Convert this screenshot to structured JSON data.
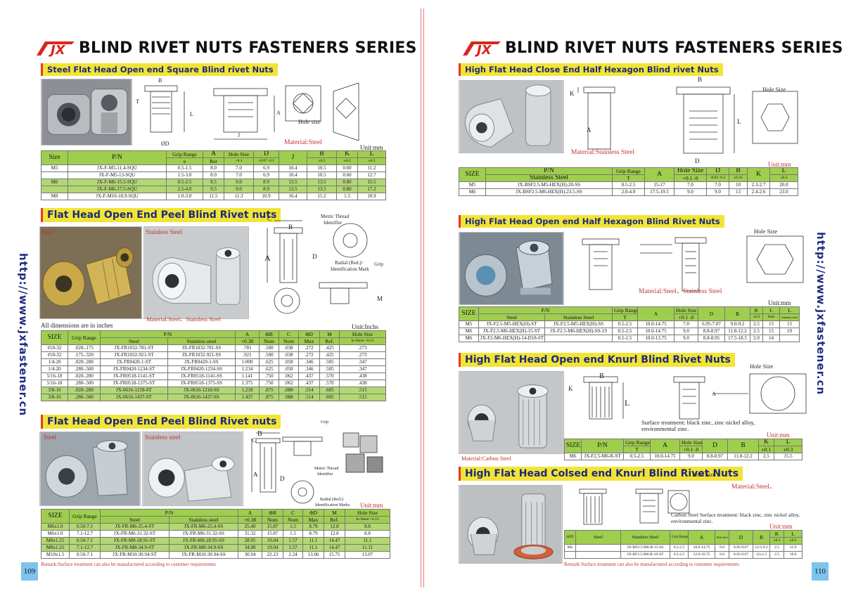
{
  "header": {
    "logo": "JX",
    "title": "BLIND RIVET NUTS FASTENERS SERIES"
  },
  "side_url": "http://www.jxfastener.cn",
  "remark": "Remark:Surface treatment can also be manufactured according to customer requirements",
  "left": {
    "page_number": "109",
    "sec1": {
      "title": "Steel Flat Head Open end  Square  Blind rivet Nuts",
      "material": "Material:Steel",
      "unit": "Unit:mm",
      "hole_size": "Hole size",
      "dims": {
        "b": "B",
        "t": "T",
        "l": "L",
        "j": "J",
        "a": "A",
        "d": "ØD"
      },
      "headers": [
        "Size",
        "P/N",
        "Grip Range",
        "A",
        "Hole Size",
        "D",
        "J",
        "B",
        "K",
        "L"
      ],
      "subheaders": [
        "",
        "",
        "e",
        "Rer",
        "+0.1",
        "+0.07 -0.1",
        "",
        "±0.2",
        "±0.2",
        "±0.3"
      ],
      "rows": [
        [
          "M5",
          "JX-F-M5-11.4-SQU",
          "0.5-1.5",
          "8.0",
          "7.0",
          "6.9",
          "10.4",
          "10.5",
          "0.60",
          "11.2"
        ],
        [
          "",
          "JX-F-M5-13-SQU",
          "1.5-3.0",
          "8.0",
          "7.0",
          "6.9",
          "10.4",
          "10.5",
          "0.60",
          "12.7"
        ],
        [
          "M6",
          "JX-F-M6-15.5-SQU",
          "0.5-2.5",
          "8.5",
          "9.0",
          "8.9",
          "13.5",
          "13.5",
          "0.80",
          "15.5"
        ],
        [
          "",
          "JX-F-M6-17.5-SQU",
          "2.5-4.0",
          "9.5",
          "9.0",
          "8.9",
          "13.5",
          "13.5",
          "0.80",
          "17.2"
        ],
        [
          "M8",
          "JX-F-M10-18.9-SQU",
          "1.0-3.0",
          "11.5",
          "11.3",
          "10.9",
          "16.4",
          "15.2",
          "1.5",
          "18.9"
        ]
      ]
    },
    "sec2": {
      "title": "Flat Head Open End Peel  Blind Rivet nuts",
      "photo1_label": "Steel",
      "photo2_label": "Stainless Steel",
      "material": "Material:Steel、Stainless Steel",
      "callouts": [
        "Metric Thread",
        "Identifier",
        "Radial (Red.)/",
        "Identification Mark",
        "Grip"
      ],
      "dims": {
        "c": "C",
        "b": "B",
        "a": "A",
        "d": "D",
        "m": "M"
      },
      "note": "All dimensions are in inches",
      "unit": "Unit:Inchs",
      "headers": [
        "SIZE",
        "Grip Range",
        "P/N",
        "A",
        "ΦB",
        "C",
        "ΦD",
        "M",
        "Hole Size"
      ],
      "subheaders": [
        "Steel",
        "Stainless steel",
        "+0.38",
        "Nom",
        "Nom",
        "Max",
        "Ref.",
        "In Sheet +0.15"
      ],
      "rows": [
        [
          "#10-32",
          ".020-.175",
          "JX-FR1032-781-ST",
          "JX-FR1032-781-SS",
          ".781",
          ".500",
          ".038",
          ".272",
          ".425",
          ".273"
        ],
        [
          "#10-32",
          ".175-.320",
          "JX-FR1032-921-ST",
          "JX-FR1032-921-SS",
          ".921",
          ".500",
          ".038",
          ".272",
          ".425",
          ".273"
        ],
        [
          "1/4-20",
          ".020-.280",
          "JX-FR0420-1-ST",
          "JX-FR0420-1-SS",
          "1.000",
          ".625",
          ".058",
          ".346",
          ".505",
          ".347"
        ],
        [
          "1/4-20",
          ".280-.500",
          "JX-FR0420-1234-ST",
          "JX-FR0420-1234-SS",
          "1.234",
          ".625",
          ".058",
          ".346",
          ".505",
          ".347"
        ],
        [
          "5/16-18",
          ".020-.280",
          "JX-FR0518-1141-ST",
          "JX-FR0518-1141-SS",
          "1.141",
          ".750",
          ".062",
          ".437",
          ".570",
          ".438"
        ],
        [
          "5/16-18",
          ".280-.500",
          "JX-FR0518-1375-ST",
          "JX-FR0518-1375-SS",
          "1.375",
          ".750",
          ".062",
          ".437",
          ".570",
          ".438"
        ],
        [
          "3/8-16",
          ".020-.280",
          "JX-0616-1218-ST",
          "JX-0616-1218-SS",
          "1.218",
          ".875",
          ".088",
          ".514",
          ".605",
          ".515"
        ],
        [
          "3/8-16",
          ".280-.500",
          "JX-0616-1437-ST",
          "JX-0616-1437-SS",
          "1.437",
          ".875",
          ".088",
          ".514",
          ".605",
          ".515"
        ]
      ]
    },
    "sec3": {
      "title": "Flat Head Open End Peel Blind Rivet nuts",
      "photo1_label": "Steel",
      "photo2_label": "Stainless steel",
      "callouts": [
        "Metric Thread",
        "Identifier",
        "Radial (Red.)/",
        "Identification Marks",
        "Grip"
      ],
      "dims": {
        "c": "C",
        "b": "B",
        "a": "A",
        "d": "D"
      },
      "unit": "Unit:mm",
      "headers": [
        "SIZE",
        "Grip Range",
        "P/N",
        "A",
        "ΦB",
        "C",
        "ΦD",
        "M",
        "Hole Size"
      ],
      "subheaders": [
        "Steel",
        "Stainless steel",
        "+0.38",
        "Nom",
        "Nom",
        "Max",
        "Ref.",
        "In Sheet +0.15"
      ],
      "rows": [
        [
          "M6x1.0",
          "0.50-7.1",
          "JX-FR-M6-25.4-ST",
          "JX-FR-M6-25.4-SS",
          "25.40",
          "15.87",
          "1.5",
          "8.79",
          "12.8",
          "8.8"
        ],
        [
          "M6x1.0",
          "7.1-12.7",
          "JX-FR-M6-31.32-ST",
          "JX-FR-M6-31.32-SS",
          "31.32",
          "15.87",
          "1.5",
          "8.79",
          "12.8",
          "8.8"
        ],
        [
          "M8x1.25",
          "0.50-7.1",
          "JX-FR-M8-28.95-ST",
          "JX-FR-M8-28.95-SS",
          "28.95",
          "19.04",
          "1.57",
          "11.1",
          "14.47",
          "11.1"
        ],
        [
          "M8x1.25",
          "7.1-12.7",
          "JX-FR-M8-34.9-ST",
          "JX-FR-M8-34.9-SS",
          "34.90",
          "19.04",
          "1.57",
          "11.1",
          "14.47",
          "11.11"
        ],
        [
          "M10x1.5",
          "0.50-7.1",
          "JX-FR-M10-30.94-ST",
          "JX-FR-M10-30.94-SS",
          "30.94",
          "22.23",
          "2.24",
          "13.06",
          "15.75",
          "13.07"
        ]
      ]
    }
  },
  "right": {
    "page_number": "110",
    "sec1": {
      "title": "High Flat Head Close End Half Hexagon Blind rivet  Nuts",
      "material": "Material:Stainless Steel",
      "hole_size": "Hole Size",
      "unit": "Unit:mm",
      "dims": {
        "b": "B",
        "k": "K",
        "a": "A",
        "l": "L",
        "d": "D"
      },
      "headers": [
        "SIZE",
        "P/N",
        "Grip Range",
        "A",
        "Hole Size",
        "D",
        "B",
        "K",
        "L"
      ],
      "subheaders": [
        "Stainless Steel",
        "T",
        "+0.1 -0",
        "-0.03 -0.2",
        "±0.35",
        "",
        "±0.3"
      ],
      "rows": [
        [
          "M5",
          "JX-BSF2.5-M5-HEX(H)-20-SS",
          "0.5-2.5",
          "15-17",
          "7.0",
          "7.0",
          "10",
          "2.3-2.7",
          "20.0"
        ],
        [
          "M6",
          "JX-BSF2.5-M6-HEX(H)-23.5-SS",
          "2.0-4.0",
          "17.5-19.5",
          "9.0",
          "9.0",
          "13",
          "2.4-2.6",
          "23.0"
        ]
      ]
    },
    "sec2": {
      "title": "High Flat Head  Open end Half Hexagon Blind Rivet Nuts",
      "material": "Material:Steel、Stainless Steel",
      "hole_size": "Hole Size",
      "unit": "Unit:mm",
      "headers": [
        "SIZE",
        "P/N",
        "Grip Range",
        "A",
        "Hole Size",
        "D",
        "B",
        "K",
        "L",
        "L"
      ],
      "subheaders": [
        "Steel",
        "Stainless Steel",
        "T",
        "",
        "+0.1 -0",
        "",
        "",
        "±0.2",
        "Steel",
        "Stainless steel"
      ],
      "rows": [
        [
          "M5",
          "JX-F2.5-M5-HEX(H)-ST",
          "JX-F2.5-M5-HEX(H)-SS",
          "0.5-2.5",
          "10.0-14.75",
          "7.0",
          "6.95-7.07",
          "9.0-9.2",
          "2.5",
          "15",
          "15"
        ],
        [
          "M6",
          "JX-F2.5-M6-HEX(H)-15-ST",
          "JX-F2.5-M6-HEX(H)-SS-19",
          "0.5-2.5",
          "10.0-14.75",
          "9.0",
          "8.8-8.97",
          "11.8-12.2",
          "2.5",
          "15",
          "19"
        ],
        [
          "M6",
          "JX-F2-M6-HEX(H)-14-D18-ST",
          "",
          "0.5-1.5",
          "10.0-13.75",
          "9.0",
          "8.8-8.95",
          "17.5-18.5",
          "2.0",
          "14",
          ""
        ]
      ]
    },
    "sec3": {
      "title": "High Flat Head Open end Knurl Blind Rivet Nuts",
      "material": "Material:Carbon Steel",
      "hole_size": "Hole Size",
      "surface": "Surface treatment: black zinc, zinc nickel alloy,",
      "surface2": "environmental zinc.",
      "unit": "Unit:mm",
      "dims": {
        "b": "B",
        "k": "K",
        "l": "L",
        "a": "A"
      },
      "headers": [
        "SIZE",
        "P/N",
        "Grip Range",
        "A",
        "Hole Size",
        "D",
        "B",
        "K",
        "L"
      ],
      "subheaders": [
        "",
        "T",
        "",
        "+0.1 -0",
        "",
        "",
        "±0.1",
        "±0.3"
      ],
      "rows": [
        [
          "M6",
          "JX-F2.5-M6-R-ST",
          "0.5-2.5",
          "10.0-14.75",
          "9.0",
          "8.8-8.97",
          "11.8-12.2",
          "2.5",
          "15.5"
        ]
      ]
    },
    "sec4": {
      "title": "High Flat  Head Colsed end Knurl Blind Rivet Nuts",
      "material": "Material:Steel、",
      "hole_size": "Hole Size",
      "surface": "Carbon Steel Surface treatment: black zinc, zinc nickel alloy,",
      "surface2": "environmental zinc.",
      "unit": "Unit:mm",
      "headers": [
        "SIZE",
        "Steel",
        "Stainless Steel",
        "Grip Range",
        "A",
        "Hole Size +0.1 -0",
        "D",
        "B",
        "K",
        "L"
      ],
      "subheaders": [
        "±0.1",
        "±0.2"
      ],
      "rows": [
        [
          "M6",
          "",
          "JX-BF2.5-M6-R-15-SS",
          "0.5-2.5",
          "10.0-14.75",
          "9.0",
          "8.95-9.07",
          "12.5-9.2",
          "2.5",
          "15.0"
        ],
        [
          "",
          "",
          "JX-BF2.5-M6-R-19-ST",
          "0.5-2.5",
          "12.0-16.75",
          "9.0",
          "8.95-9.07",
          "15±1.5",
          "2.5",
          "19.0"
        ]
      ]
    }
  }
}
